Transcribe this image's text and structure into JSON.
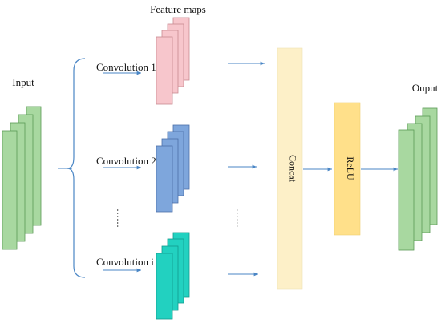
{
  "labels": {
    "feature_maps": "Feature maps",
    "input": "Input",
    "output": "Ouput",
    "concat": "Concat",
    "relu": "ReLU",
    "ellipsis": "……"
  },
  "convolutions": [
    {
      "label": "Convolution 1",
      "fill": "#f7c6cc",
      "stroke": "#c98a92"
    },
    {
      "label": "Convolution 2",
      "fill": "#7ea6dc",
      "stroke": "#4b6fa8"
    },
    {
      "label": "Convolution i",
      "fill": "#22d1c0",
      "stroke": "#129a8c"
    }
  ],
  "colors": {
    "input_fill": "#a8d8a0",
    "input_stroke": "#5a9a55",
    "concat_fill": "#fdf0c8",
    "relu_fill": "#ffe08a",
    "arrow": "#4a86c5",
    "brace": "#4a86c5"
  }
}
